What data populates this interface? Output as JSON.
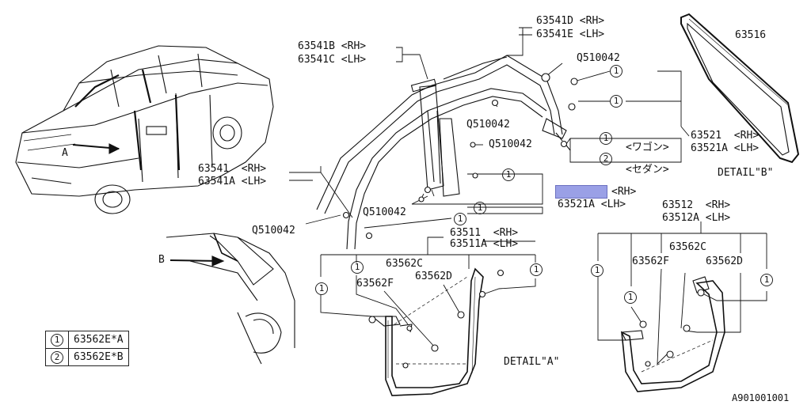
{
  "labels": {
    "p63541d": "63541D <RH>",
    "p63541e": "63541E <LH>",
    "p63541b": "63541B <RH>",
    "p63541c": "63541C <LH>",
    "p63541": "63541  <RH>",
    "p63541a": "63541A <LH>",
    "p63516": "63516",
    "q_top": "Q510042",
    "q_mid1": "Q510042",
    "q_mid2": "Q510042",
    "q_mid3": "Q510042",
    "q_left": "Q510042",
    "p63521": "63521  <RH>",
    "p63521a": "63521A <LH>",
    "wagon": "<ワゴン>",
    "sedan": "<セダン>",
    "detail_b": "DETAIL\"B\"",
    "detail_a": "DETAIL\"A\"",
    "hl_rh": "<RH>",
    "hl_lh": "63521A <LH>",
    "p63512": "63512  <RH>",
    "p63512a": "63512A <LH>",
    "p63511": "63511  <RH>",
    "p63511a": "63511A <LH>",
    "p63562c_a": "63562C",
    "p63562f_a": "63562F",
    "p63562d_a": "63562D",
    "p63562c_b": "63562C",
    "p63562f_b": "63562F",
    "p63562d_b": "63562D",
    "arrow_a": "A",
    "arrow_b": "B",
    "code": "A901001001"
  },
  "circles": {
    "one": "1",
    "two": "2"
  },
  "legend": [
    {
      "ref": "1",
      "part": "63562E*A"
    },
    {
      "ref": "2",
      "part": "63562E*B"
    }
  ],
  "colors": {
    "highlight": "#9aa0e6",
    "line": "#111111"
  }
}
